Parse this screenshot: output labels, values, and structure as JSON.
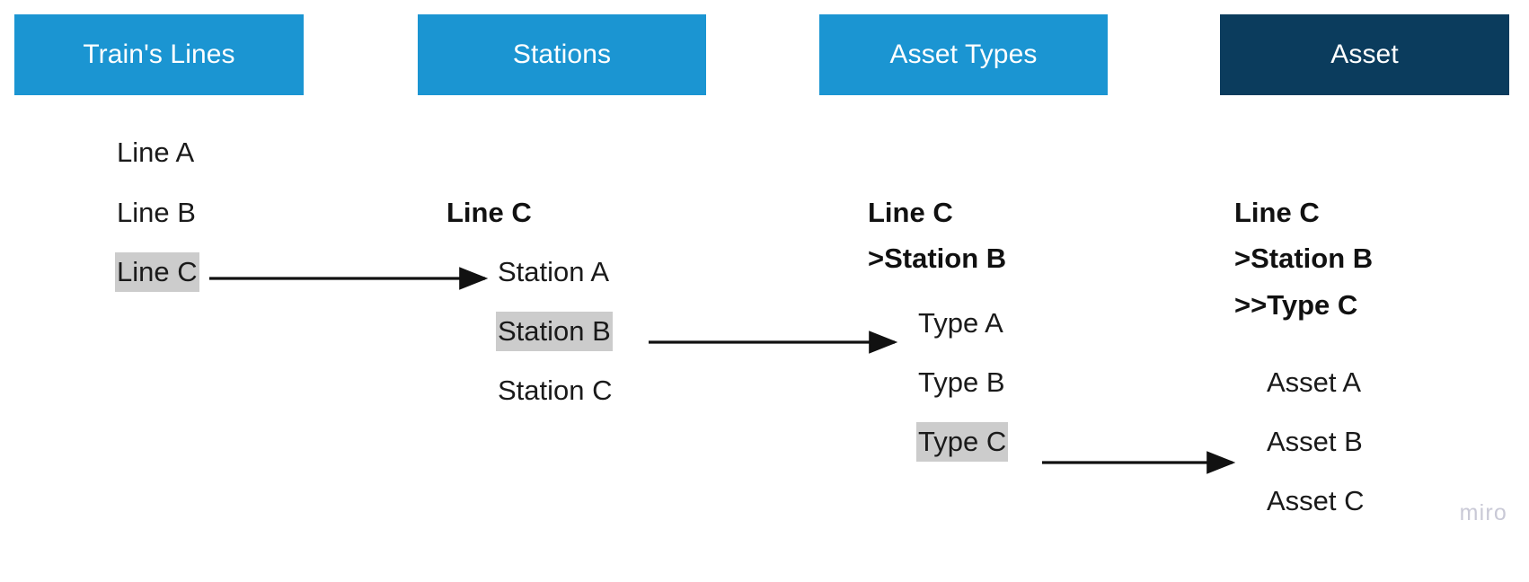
{
  "palette": {
    "chip_blue": "#1b95d2",
    "chip_navy": "#0b3c5d",
    "highlight_gray": "#cccccc",
    "text": "#1a1a1a",
    "arrow": "#111111",
    "watermark": "#c9c9d6",
    "background": "#ffffff"
  },
  "headers": [
    {
      "label": "Train's Lines",
      "variant": "blue"
    },
    {
      "label": "Stations",
      "variant": "blue"
    },
    {
      "label": "Asset Types",
      "variant": "blue"
    },
    {
      "label": "Asset",
      "variant": "navy"
    }
  ],
  "columns": [
    {
      "name": "trains-lines",
      "breadcrumb": [],
      "items": [
        {
          "label": "Line A",
          "selected": false
        },
        {
          "label": "Line B",
          "selected": false
        },
        {
          "label": "Line C",
          "selected": true
        }
      ]
    },
    {
      "name": "stations",
      "breadcrumb": [
        "Line C"
      ],
      "items": [
        {
          "label": "Station A",
          "selected": false
        },
        {
          "label": "Station B",
          "selected": true
        },
        {
          "label": "Station C",
          "selected": false
        }
      ]
    },
    {
      "name": "asset-types",
      "breadcrumb": [
        "Line C",
        ">Station B"
      ],
      "items": [
        {
          "label": "Type A",
          "selected": false
        },
        {
          "label": "Type B",
          "selected": false
        },
        {
          "label": "Type C",
          "selected": true
        }
      ]
    },
    {
      "name": "asset",
      "breadcrumb": [
        "Line C",
        ">Station B",
        ">>Type C"
      ],
      "items": [
        {
          "label": "Asset A",
          "selected": false
        },
        {
          "label": "Asset B",
          "selected": false
        },
        {
          "label": "Asset C",
          "selected": false
        }
      ]
    }
  ],
  "connectors": [
    {
      "name": "line-c-to-station-a",
      "from": "Line C",
      "to": "Station A"
    },
    {
      "name": "station-b-to-type-a",
      "from": "Station B",
      "to": "Type A"
    },
    {
      "name": "type-c-to-asset-b",
      "from": "Type C",
      "to": "Asset B"
    }
  ],
  "watermark": {
    "label": "miro"
  }
}
